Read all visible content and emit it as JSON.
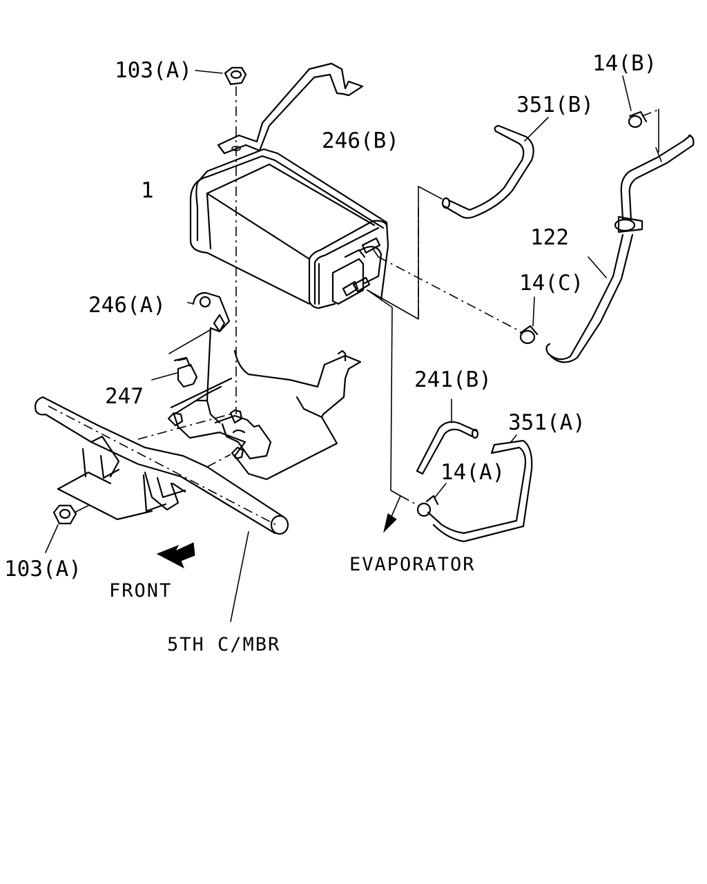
{
  "labels": {
    "nut_top": "103(A)",
    "bracket_b": "246(B)",
    "canister": "1",
    "bracket_a": "246(A)",
    "bolt": "247",
    "nut_bottom": "103(A)",
    "hose_351b": "351(B)",
    "clip_14b": "14(B)",
    "pipe_122": "122",
    "clip_14c": "14(C)",
    "hose_241b": "241(B)",
    "hose_351a": "351(A)",
    "clip_14a": "14(A)"
  },
  "captions": {
    "evaporator": "EVAPORATOR",
    "front": "FRONT",
    "crossmember": "5TH C/MBR"
  }
}
